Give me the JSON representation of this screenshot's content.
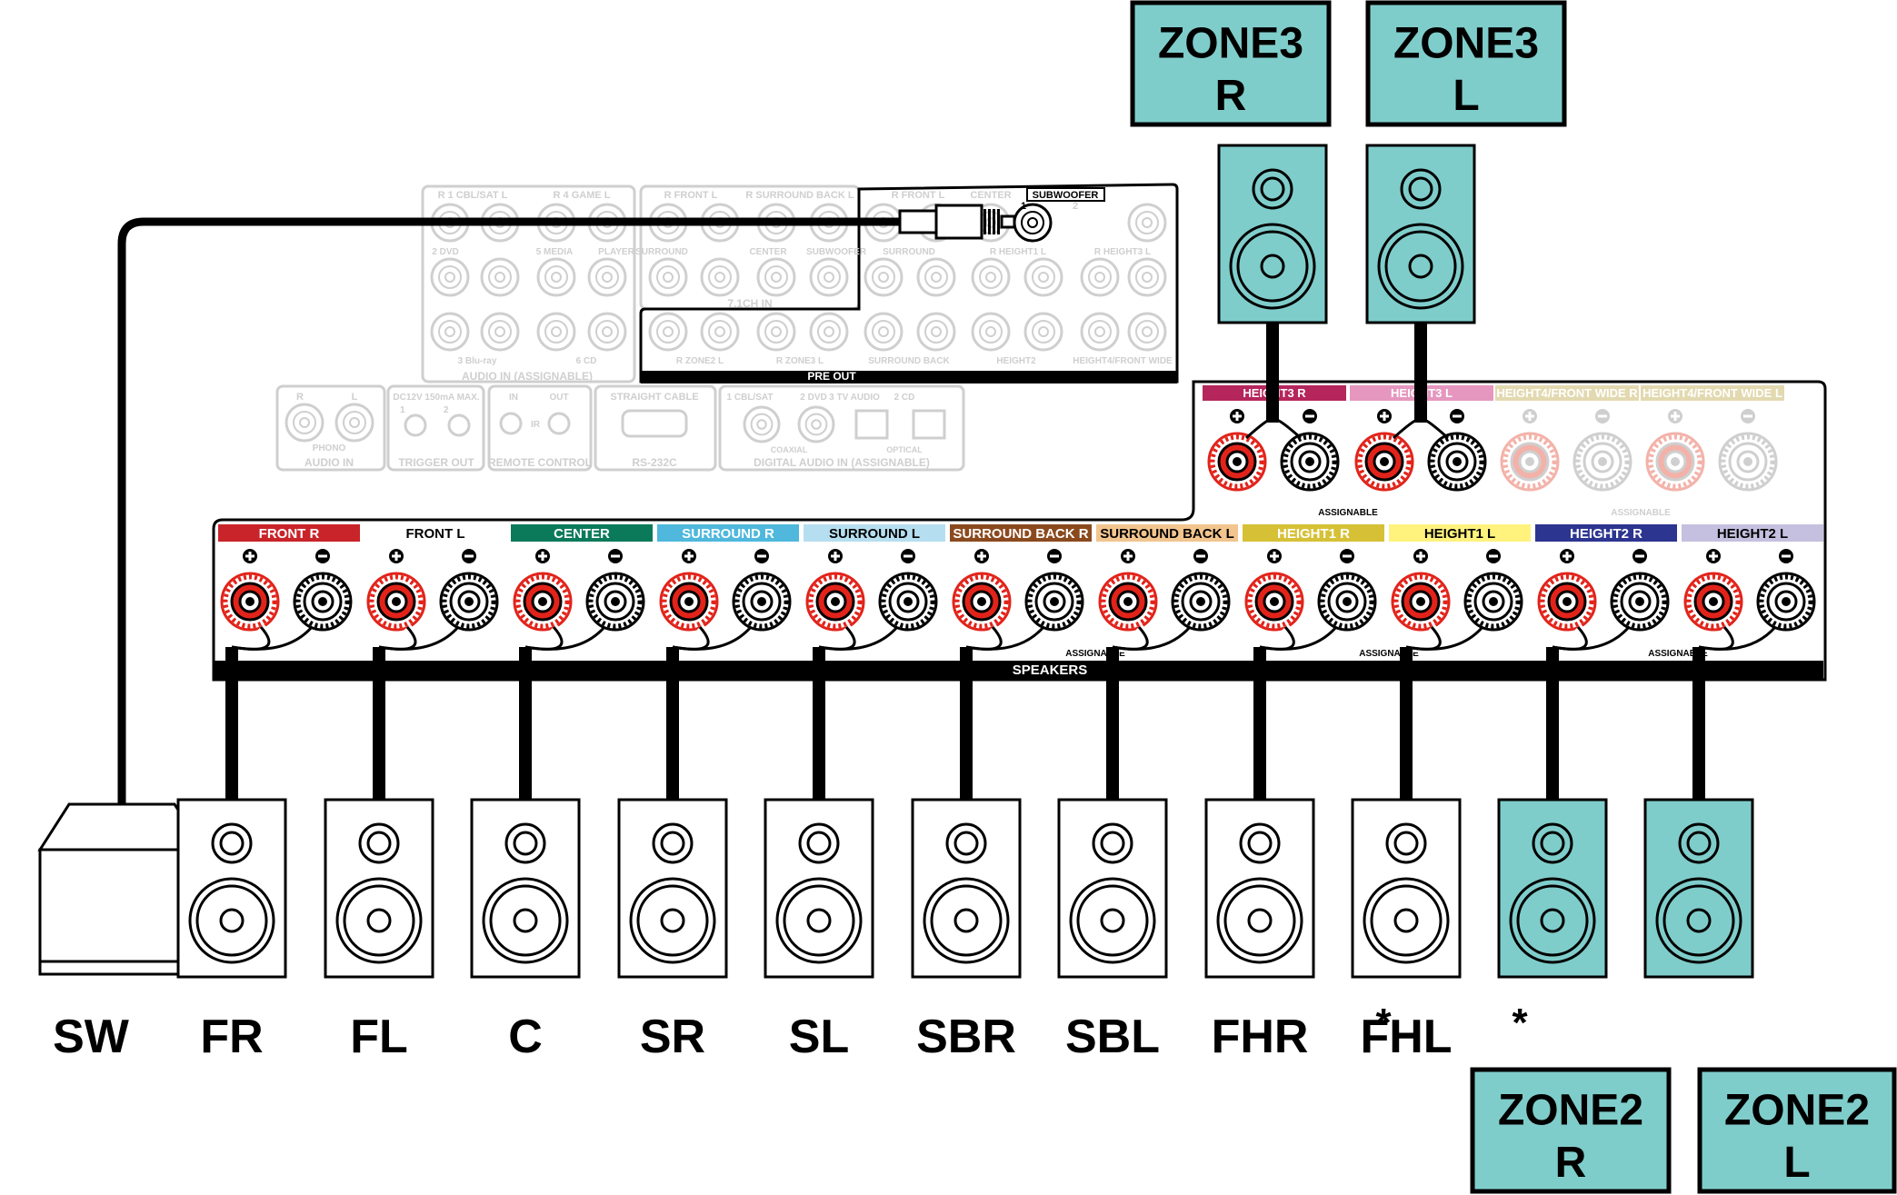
{
  "colors": {
    "zone_fill": "#7fcdcb",
    "plus_terminal": "#e2231a",
    "faded": "#cfcfcf",
    "wire": "#000000"
  },
  "panel": {
    "rca_rows": {
      "row1_labels": [
        "R 1 CBL/SAT L",
        "R 4 GAME L",
        "R FRONT L",
        "R SURROUND BACK L",
        "R FRONT L",
        "CENTER",
        "SUBWOOFER"
      ],
      "row2_labels": [
        "2 DVD",
        "5 MEDIA",
        "PLAYER",
        "SURROUND",
        "CENTER",
        "SUBWOOFER",
        "SURROUND",
        "R HEIGHT1 L",
        "R HEIGHT3 L"
      ],
      "row3_labels": [
        "3 Blu-ray",
        "6 CD",
        "R ZONE2 L",
        "R ZONE3 L",
        "SURROUND BACK",
        "HEIGHT2",
        "HEIGHT4/FRONT WIDE"
      ],
      "audio_in_label": "AUDIO IN (ASSIGNABLE)",
      "ch71_label": "7.1CH IN",
      "pre_out_label": "PRE OUT",
      "sub_numbers": [
        "1",
        "2"
      ]
    },
    "io_row": {
      "phono_label": "PHONO",
      "phono_rl": [
        "R",
        "L"
      ],
      "audio_in_label": "AUDIO IN",
      "trigger_top": "DC12V 150mA MAX.",
      "trigger_nums": [
        "1",
        "2"
      ],
      "trigger_label": "TRIGGER OUT",
      "remote_in": "IN",
      "remote_out": "OUT",
      "remote_ir": "IR",
      "remote_label": "REMOTE CONTROL",
      "rs232_top": "STRAIGHT CABLE",
      "rs232_label": "RS-232C",
      "digital_top": [
        "1 CBL/SAT",
        "2 DVD",
        "3 TV AUDIO",
        "2 CD"
      ],
      "digital_sub": [
        "COAXIAL",
        "OPTICAL"
      ],
      "digital_label": "DIGITAL AUDIO IN (ASSIGNABLE)"
    },
    "upper_terminals": {
      "labels": [
        "HEIGHT3 R",
        "HEIGHT3 L",
        "HEIGHT4/FRONT WIDE R",
        "HEIGHT4/FRONT WIDE L"
      ],
      "colors": [
        "#b5265c",
        "#e597bf",
        "#e3d9b0",
        "#e3d9b0"
      ],
      "assignable_label": "ASSIGNABLE"
    },
    "main_terminals": {
      "labels": [
        "FRONT R",
        "FRONT L",
        "CENTER",
        "SURROUND R",
        "SURROUND L",
        "SURROUND BACK R",
        "SURROUND BACK L",
        "HEIGHT1 R",
        "HEIGHT1 L",
        "HEIGHT2 R",
        "HEIGHT2 L"
      ],
      "colors": [
        "#c8242a",
        "#ffffff",
        "#0b7a5a",
        "#4fb8dc",
        "#b5dff0",
        "#8b4a1e",
        "#f2c48e",
        "#d6c136",
        "#fff27d",
        "#2c3590",
        "#c5c0df"
      ],
      "text_colors": [
        "#ffffff",
        "#000000",
        "#ffffff",
        "#ffffff",
        "#000000",
        "#ffffff",
        "#000000",
        "#ffffff",
        "#000000",
        "#ffffff",
        "#000000"
      ],
      "assignable_label": "ASSIGNABLE",
      "speakers_label": "SPEAKERS",
      "plus_sign": "+",
      "minus_sign": "−"
    }
  },
  "speakers": [
    {
      "label": "SW",
      "zone": false
    },
    {
      "label": "FR",
      "zone": false
    },
    {
      "label": "FL",
      "zone": false
    },
    {
      "label": "C",
      "zone": false
    },
    {
      "label": "SR",
      "zone": false
    },
    {
      "label": "SL",
      "zone": false
    },
    {
      "label": "SBR",
      "zone": false
    },
    {
      "label": "SBL",
      "zone": false
    },
    {
      "label": "FHR",
      "zone": false
    },
    {
      "label": "FHL",
      "zone": false
    },
    {
      "label": "",
      "zone": true
    },
    {
      "label": "",
      "zone": true
    }
  ],
  "asterisk": "*",
  "zone_labels": {
    "zone3_r": [
      "ZONE3",
      "R"
    ],
    "zone3_l": [
      "ZONE3",
      "L"
    ],
    "zone2_r": [
      "ZONE2",
      "R"
    ],
    "zone2_l": [
      "ZONE2",
      "L"
    ]
  }
}
